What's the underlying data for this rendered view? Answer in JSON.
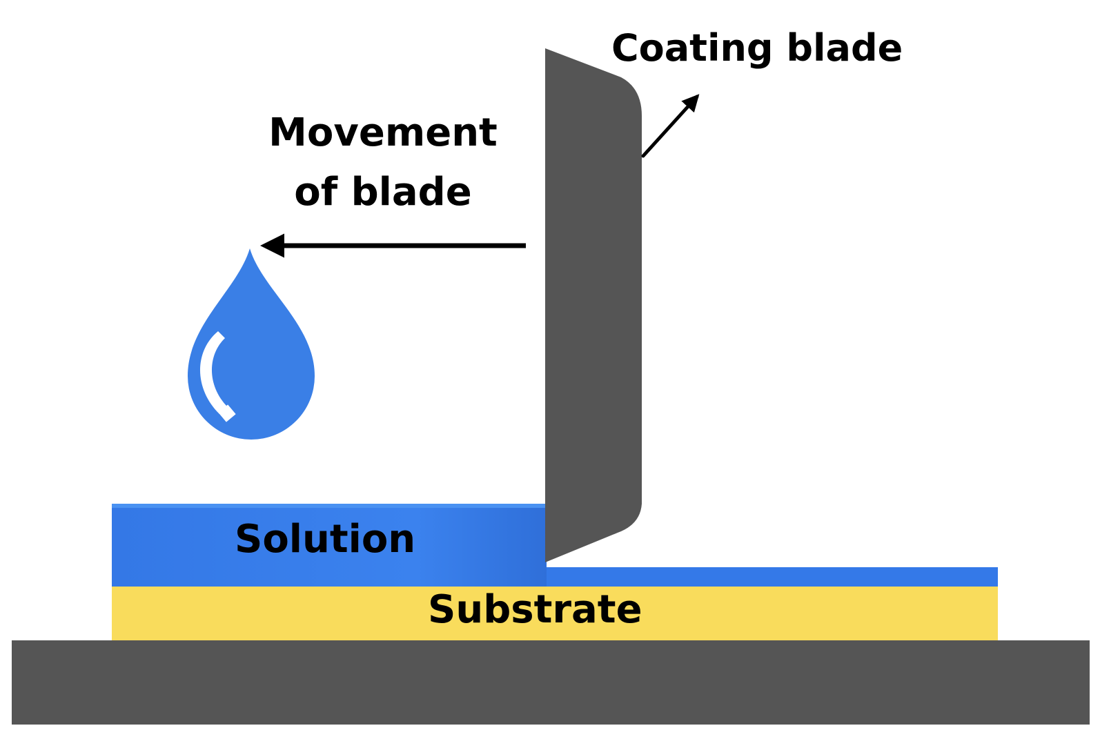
{
  "labels": {
    "coating_blade": "Coating blade",
    "movement_line1": "Movement",
    "movement_line2": "of blade",
    "solution": "Solution",
    "substrate": "Substrate"
  },
  "colors": {
    "blade": "#555555",
    "base": "#555555",
    "solution": "#3479e8",
    "solution_light": "#4a92f2",
    "substrate": "#f9dc5c",
    "droplet": "#3a7fe6",
    "droplet_highlight": "#ffffff",
    "arrow": "#000000"
  },
  "icons": {
    "droplet": "water-drop-icon",
    "arrow_left": "arrow-left-icon",
    "arrow_pointer": "arrow-up-right-icon"
  }
}
